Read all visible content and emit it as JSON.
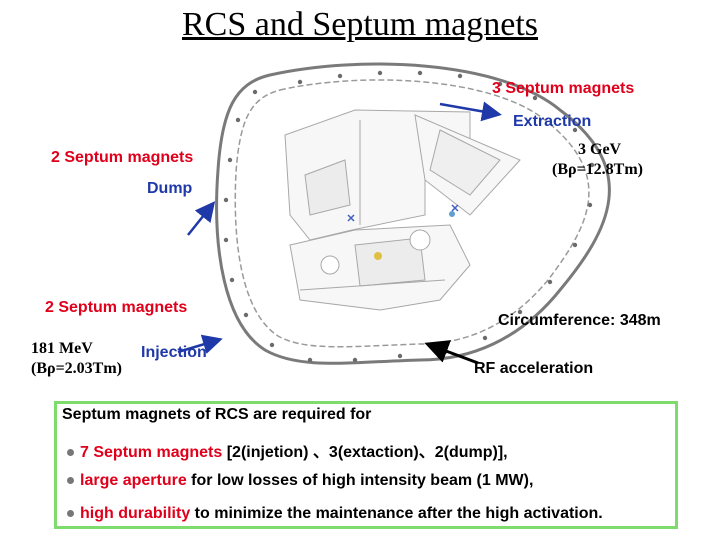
{
  "title": "RCS and Septum magnets",
  "labels": {
    "septum3": "3 Septum magnets",
    "extraction": "Extraction",
    "energy_high": "3 GeV",
    "brho_high": "(Bρ=12.8Tm)",
    "septum2_top": "2 Septum magnets",
    "dump": "Dump",
    "septum2_bottom": "2 Septum magnets",
    "energy_low": "181 MeV",
    "brho_low": "(Bρ=2.03Tm)",
    "injection": "Injection",
    "circumference": "Circumference: 348m",
    "rf": "RF acceleration"
  },
  "summary": {
    "heading": "Septum magnets of RCS are required for",
    "bullets": [
      {
        "lead": "7 Septum magnets",
        "rest": " [2(injetion) 、3(extaction)、2(dump)],"
      },
      {
        "lead": "large aperture",
        "rest": " for low losses of high intensity beam (1 MW),"
      },
      {
        "lead": "high durability",
        "rest": " to minimize the maintenance after the high activation."
      }
    ]
  },
  "colors": {
    "red": "#e0001b",
    "blue": "#1f3aa8",
    "box_border": "#7ddc6c",
    "ring": "#7a7a7a"
  }
}
